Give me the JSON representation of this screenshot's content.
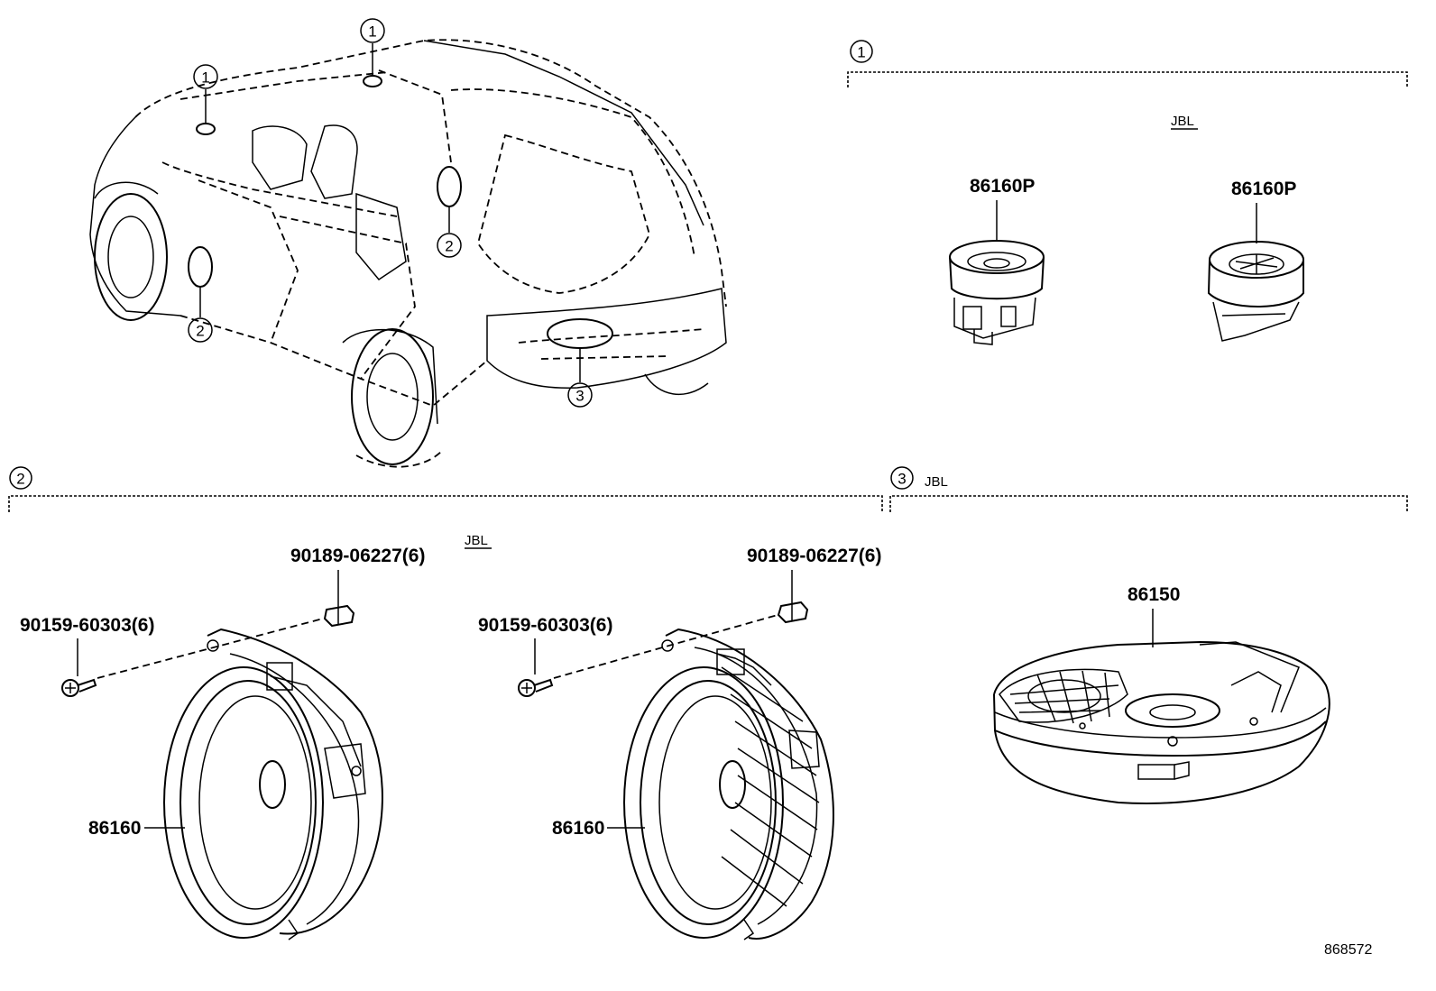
{
  "sections": [
    {
      "id": "1",
      "marker": "1",
      "label": "",
      "sublabel": "JBL"
    },
    {
      "id": "2",
      "marker": "2",
      "label": "",
      "sublabel": "JBL"
    },
    {
      "id": "3",
      "marker": "3",
      "label": "JBL"
    }
  ],
  "callouts": {
    "top_a": "1",
    "top_b": "1",
    "door_front": "2",
    "door_rear": "2",
    "rear": "3"
  },
  "parts": {
    "tweeter_left": "86160P",
    "tweeter_right": "86160P",
    "clip_left": "90189-06227(6)",
    "screw_left": "90159-60303(6)",
    "speaker_left": "86160",
    "clip_right": "90189-06227(6)",
    "screw_right": "90159-60303(6)",
    "speaker_right": "86160",
    "subwoofer": "86150"
  },
  "reference_number": "868572"
}
